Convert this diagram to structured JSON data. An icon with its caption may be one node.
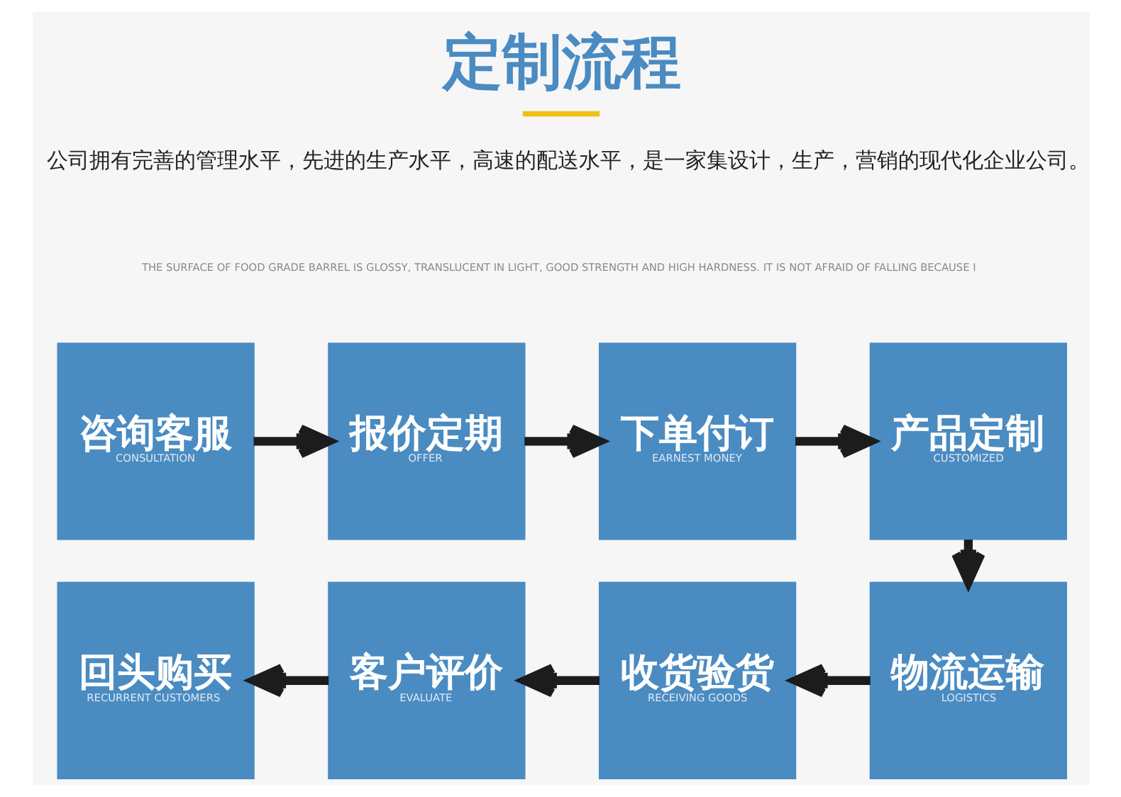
{
  "diagram": {
    "title": "定制流程",
    "nodes": [
      {
        "text": [
          "咨询客服",
          "CONSULTATION"
        ]
      },
      {
        "text": [
          "报价定期",
          "OFFER"
        ]
      },
      {
        "text": [
          "下单付订",
          "EARNEST MONEY"
        ]
      },
      {
        "text": [
          "产品定制",
          "CUSTOMIZED"
        ]
      },
      {
        "text": [
          "物流运输",
          "LOGISTICS"
        ]
      },
      {
        "text": [
          "收货验货",
          "RECEIVING GOODS"
        ]
      },
      {
        "text": [
          "客户评价",
          "EVALUATE"
        ]
      },
      {
        "text": [
          "回头购买",
          "RECURRENT CUSTOMERS"
        ]
      }
    ],
    "edges": [
      {
        "from": 0,
        "to": 1,
        "arrow": "to"
      },
      {
        "from": 1,
        "to": 2,
        "arrow": "to"
      },
      {
        "from": 2,
        "to": 3,
        "arrow": "to"
      },
      {
        "from": 3,
        "to": 4,
        "arrow": "to"
      },
      {
        "from": 4,
        "to": 5,
        "arrow": "to"
      },
      {
        "from": 5,
        "to": 6,
        "arrow": "to"
      },
      {
        "from": 6,
        "to": 7,
        "arrow": "to"
      }
    ],
    "labels": [
      "公司拥有完善的管理水平，先进的生产水平，高速的配送水平，是一家集设计，生产，营销的现代化企业公司。",
      "THE SURFACE OF FOOD GRADE BARREL IS GLOSSY, TRANSLUCENT IN LIGHT, GOOD STRENGTH AND HIGH HARDNESS. IT IS NOT AFRAID OF FALLING BECAUSE I"
    ]
  }
}
